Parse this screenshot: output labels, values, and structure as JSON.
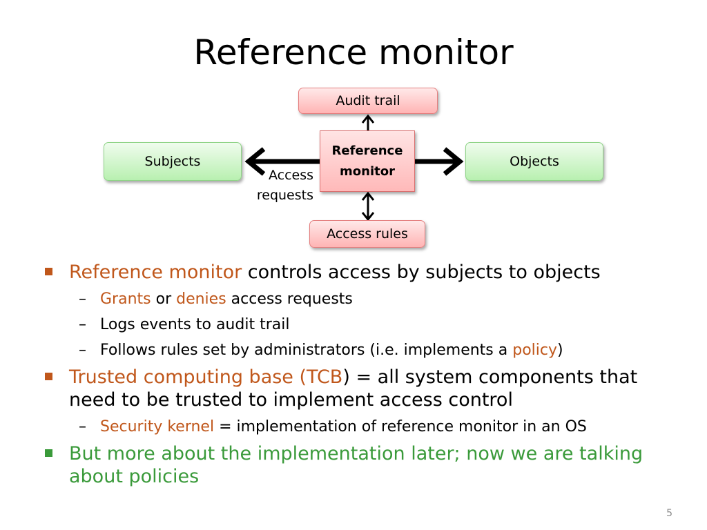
{
  "title": "Reference monitor",
  "diagram": {
    "audit_trail": "Audit trail",
    "subjects": "Subjects",
    "center_line1": "Reference",
    "center_line2": "monitor",
    "objects": "Objects",
    "access_rules": "Access rules",
    "access_label_line1": "Access",
    "access_label_line2": "requests"
  },
  "colors": {
    "accent_orange": "#c0571b",
    "accent_green": "#3a9a3a"
  },
  "bullets": {
    "b1_orange": "Reference monitor",
    "b1_rest": " controls access by subjects to objects",
    "b1_sub1_orange_a": "Grants",
    "b1_sub1_mid": " or ",
    "b1_sub1_orange_b": "denies",
    "b1_sub1_rest": " access requests",
    "b1_sub2": "Logs events to audit trail",
    "b1_sub3_start": "Follows rules set by administrators (i.e. implements a ",
    "b1_sub3_orange": "policy",
    "b1_sub3_end": ")",
    "b2_orange": "Trusted computing base (TCB",
    "b2_rest": ") = all system components that need to be trusted to implement access control",
    "b2_sub1_orange": "Security kernel",
    "b2_sub1_rest": " = implementation of reference monitor in an OS",
    "b3_green": "But more about the implementation later; now we are talking about policies"
  },
  "dash": "–",
  "page_number": "5"
}
